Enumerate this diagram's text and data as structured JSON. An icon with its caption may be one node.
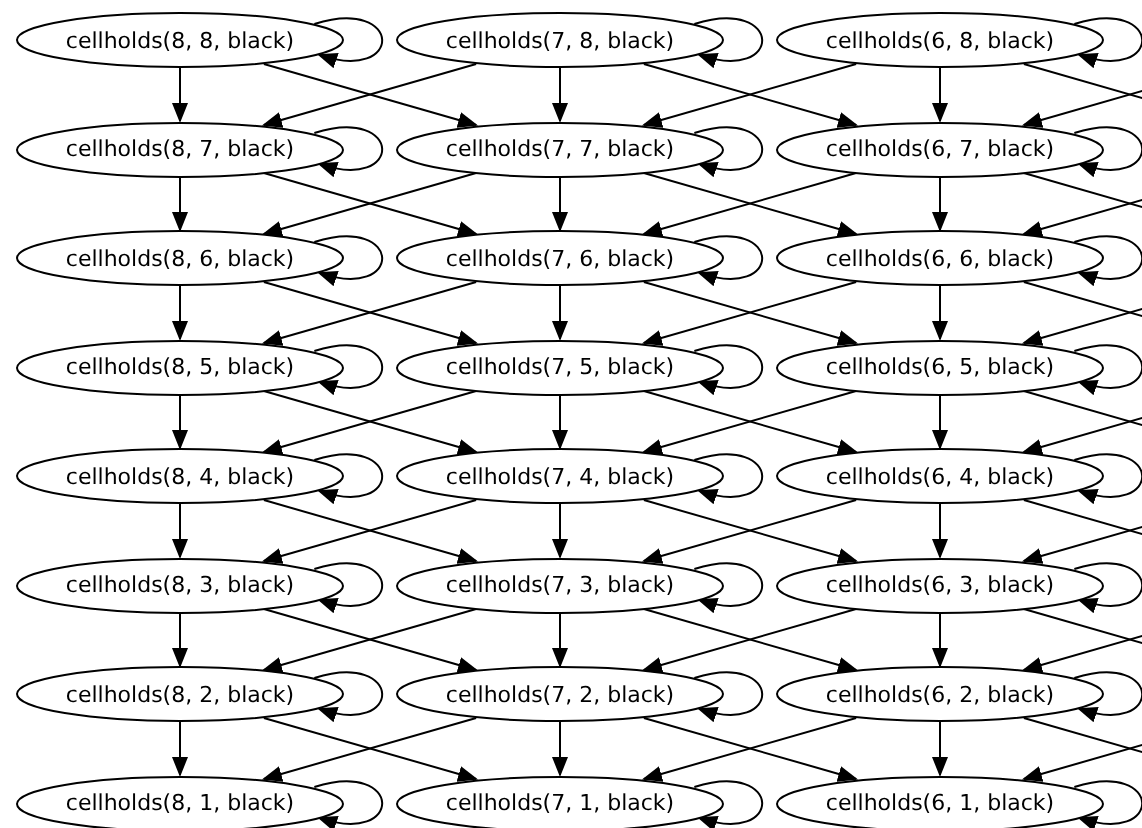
{
  "diagram": {
    "nodes": [
      {
        "text": [
          "cellholds(8, 8, black)"
        ]
      },
      {
        "text": [
          "cellholds(7, 8, black)"
        ]
      },
      {
        "text": [
          "cellholds(6, 8, black)"
        ]
      },
      {
        "text": [
          "cellholds(8, 7, black)"
        ]
      },
      {
        "text": [
          "cellholds(7, 7, black)"
        ]
      },
      {
        "text": [
          "cellholds(6, 7, black)"
        ]
      },
      {
        "text": [
          "cellholds(8, 6, black)"
        ]
      },
      {
        "text": [
          "cellholds(7, 6, black)"
        ]
      },
      {
        "text": [
          "cellholds(6, 6, black)"
        ]
      },
      {
        "text": [
          "cellholds(8, 5, black)"
        ]
      },
      {
        "text": [
          "cellholds(7, 5, black)"
        ]
      },
      {
        "text": [
          "cellholds(6, 5, black)"
        ]
      },
      {
        "text": [
          "cellholds(8, 4, black)"
        ]
      },
      {
        "text": [
          "cellholds(7, 4, black)"
        ]
      },
      {
        "text": [
          "cellholds(6, 4, black)"
        ]
      },
      {
        "text": [
          "cellholds(8, 3, black)"
        ]
      },
      {
        "text": [
          "cellholds(7, 3, black)"
        ]
      },
      {
        "text": [
          "cellholds(6, 3, black)"
        ]
      },
      {
        "text": [
          "cellholds(8, 2, black)"
        ]
      },
      {
        "text": [
          "cellholds(7, 2, black)"
        ]
      },
      {
        "text": [
          "cellholds(6, 2, black)"
        ]
      },
      {
        "text": [
          "cellholds(8, 1, black)"
        ]
      },
      {
        "text": [
          "cellholds(7, 1, black)"
        ]
      },
      {
        "text": [
          "cellholds(6, 1, black)"
        ]
      }
    ],
    "edges": [
      {
        "from": 0,
        "to": 0,
        "arrow": "to"
      },
      {
        "from": 0,
        "to": 3,
        "arrow": "to"
      },
      {
        "from": 0,
        "to": 4,
        "arrow": "to"
      },
      {
        "from": 1,
        "to": 1,
        "arrow": "to"
      },
      {
        "from": 1,
        "to": 3,
        "arrow": "to"
      },
      {
        "from": 1,
        "to": 4,
        "arrow": "to"
      },
      {
        "from": 1,
        "to": 5,
        "arrow": "to"
      },
      {
        "from": 2,
        "to": 2,
        "arrow": "to"
      },
      {
        "from": 2,
        "to": 4,
        "arrow": "to"
      },
      {
        "from": 2,
        "to": 5,
        "arrow": "to"
      },
      {
        "from": 2,
        "to": null,
        "arrow": "to"
      },
      {
        "from": null,
        "to": 5,
        "arrow": "to"
      },
      {
        "from": 3,
        "to": 3,
        "arrow": "to"
      },
      {
        "from": 3,
        "to": 6,
        "arrow": "to"
      },
      {
        "from": 3,
        "to": 7,
        "arrow": "to"
      },
      {
        "from": 4,
        "to": 4,
        "arrow": "to"
      },
      {
        "from": 4,
        "to": 6,
        "arrow": "to"
      },
      {
        "from": 4,
        "to": 7,
        "arrow": "to"
      },
      {
        "from": 4,
        "to": 8,
        "arrow": "to"
      },
      {
        "from": 5,
        "to": 5,
        "arrow": "to"
      },
      {
        "from": 5,
        "to": 7,
        "arrow": "to"
      },
      {
        "from": 5,
        "to": 8,
        "arrow": "to"
      },
      {
        "from": 5,
        "to": null,
        "arrow": "to"
      },
      {
        "from": null,
        "to": 8,
        "arrow": "to"
      },
      {
        "from": 6,
        "to": 6,
        "arrow": "to"
      },
      {
        "from": 6,
        "to": 9,
        "arrow": "to"
      },
      {
        "from": 6,
        "to": 10,
        "arrow": "to"
      },
      {
        "from": 7,
        "to": 7,
        "arrow": "to"
      },
      {
        "from": 7,
        "to": 9,
        "arrow": "to"
      },
      {
        "from": 7,
        "to": 10,
        "arrow": "to"
      },
      {
        "from": 7,
        "to": 11,
        "arrow": "to"
      },
      {
        "from": 8,
        "to": 8,
        "arrow": "to"
      },
      {
        "from": 8,
        "to": 10,
        "arrow": "to"
      },
      {
        "from": 8,
        "to": 11,
        "arrow": "to"
      },
      {
        "from": 8,
        "to": null,
        "arrow": "to"
      },
      {
        "from": null,
        "to": 11,
        "arrow": "to"
      },
      {
        "from": 9,
        "to": 9,
        "arrow": "to"
      },
      {
        "from": 9,
        "to": 12,
        "arrow": "to"
      },
      {
        "from": 9,
        "to": 13,
        "arrow": "to"
      },
      {
        "from": 10,
        "to": 10,
        "arrow": "to"
      },
      {
        "from": 10,
        "to": 12,
        "arrow": "to"
      },
      {
        "from": 10,
        "to": 13,
        "arrow": "to"
      },
      {
        "from": 10,
        "to": 14,
        "arrow": "to"
      },
      {
        "from": 11,
        "to": 11,
        "arrow": "to"
      },
      {
        "from": 11,
        "to": 13,
        "arrow": "to"
      },
      {
        "from": 11,
        "to": 14,
        "arrow": "to"
      },
      {
        "from": 11,
        "to": null,
        "arrow": "to"
      },
      {
        "from": null,
        "to": 14,
        "arrow": "to"
      },
      {
        "from": 12,
        "to": 12,
        "arrow": "to"
      },
      {
        "from": 12,
        "to": 15,
        "arrow": "to"
      },
      {
        "from": 12,
        "to": 16,
        "arrow": "to"
      },
      {
        "from": 13,
        "to": 13,
        "arrow": "to"
      },
      {
        "from": 13,
        "to": 15,
        "arrow": "to"
      },
      {
        "from": 13,
        "to": 16,
        "arrow": "to"
      },
      {
        "from": 13,
        "to": 17,
        "arrow": "to"
      },
      {
        "from": 14,
        "to": 14,
        "arrow": "to"
      },
      {
        "from": 14,
        "to": 16,
        "arrow": "to"
      },
      {
        "from": 14,
        "to": 17,
        "arrow": "to"
      },
      {
        "from": 14,
        "to": null,
        "arrow": "to"
      },
      {
        "from": null,
        "to": 17,
        "arrow": "to"
      },
      {
        "from": 15,
        "to": 15,
        "arrow": "to"
      },
      {
        "from": 15,
        "to": 18,
        "arrow": "to"
      },
      {
        "from": 15,
        "to": 19,
        "arrow": "to"
      },
      {
        "from": 16,
        "to": 16,
        "arrow": "to"
      },
      {
        "from": 16,
        "to": 18,
        "arrow": "to"
      },
      {
        "from": 16,
        "to": 19,
        "arrow": "to"
      },
      {
        "from": 16,
        "to": 20,
        "arrow": "to"
      },
      {
        "from": 17,
        "to": 17,
        "arrow": "to"
      },
      {
        "from": 17,
        "to": 19,
        "arrow": "to"
      },
      {
        "from": 17,
        "to": 20,
        "arrow": "to"
      },
      {
        "from": 17,
        "to": null,
        "arrow": "to"
      },
      {
        "from": null,
        "to": 20,
        "arrow": "to"
      },
      {
        "from": 18,
        "to": 18,
        "arrow": "to"
      },
      {
        "from": 18,
        "to": 21,
        "arrow": "to"
      },
      {
        "from": 18,
        "to": 22,
        "arrow": "to"
      },
      {
        "from": 19,
        "to": 19,
        "arrow": "to"
      },
      {
        "from": 19,
        "to": 21,
        "arrow": "to"
      },
      {
        "from": 19,
        "to": 22,
        "arrow": "to"
      },
      {
        "from": 19,
        "to": 23,
        "arrow": "to"
      },
      {
        "from": 20,
        "to": 20,
        "arrow": "to"
      },
      {
        "from": 20,
        "to": 22,
        "arrow": "to"
      },
      {
        "from": 20,
        "to": 23,
        "arrow": "to"
      },
      {
        "from": 20,
        "to": null,
        "arrow": "to"
      },
      {
        "from": null,
        "to": 23,
        "arrow": "to"
      },
      {
        "from": 21,
        "to": 21,
        "arrow": "to"
      },
      {
        "from": 22,
        "to": 22,
        "arrow": "to"
      },
      {
        "from": 23,
        "to": 23,
        "arrow": "to"
      }
    ]
  }
}
